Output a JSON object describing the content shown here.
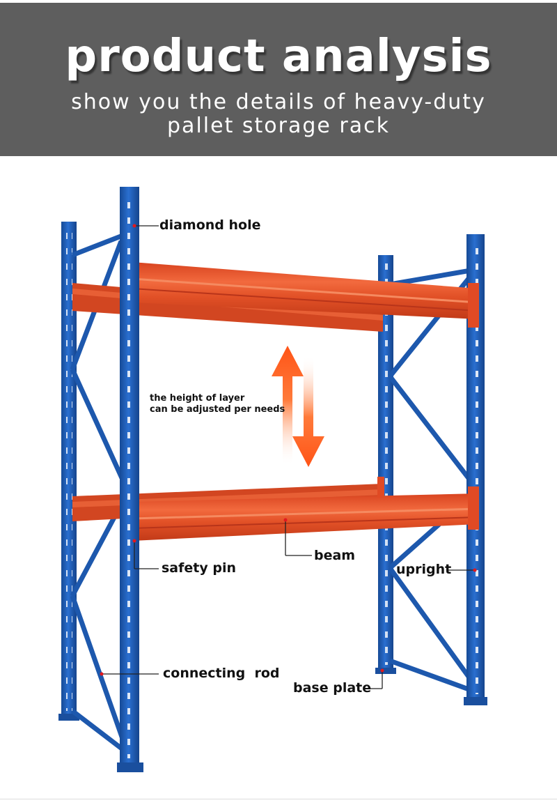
{
  "header": {
    "title": "product analysis",
    "subtitle_line1": "show you the details of heavy-duty",
    "subtitle_line2": "pallet storage rack"
  },
  "labels": {
    "diamond_hole": "diamond hole",
    "height_note_line1": "the height of layer",
    "height_note_line2": "can be adjusted per needs",
    "safety_pin": "safety pin",
    "beam": "beam",
    "upright": "upright",
    "connecting_rod": "connecting  rod",
    "base_plate": "base plate"
  },
  "colors": {
    "banner": "#5e5e5e",
    "upright_blue": "#1f5fb5",
    "beam_orange": "#e8502a",
    "arrow_orange": "#ff5a1a"
  }
}
